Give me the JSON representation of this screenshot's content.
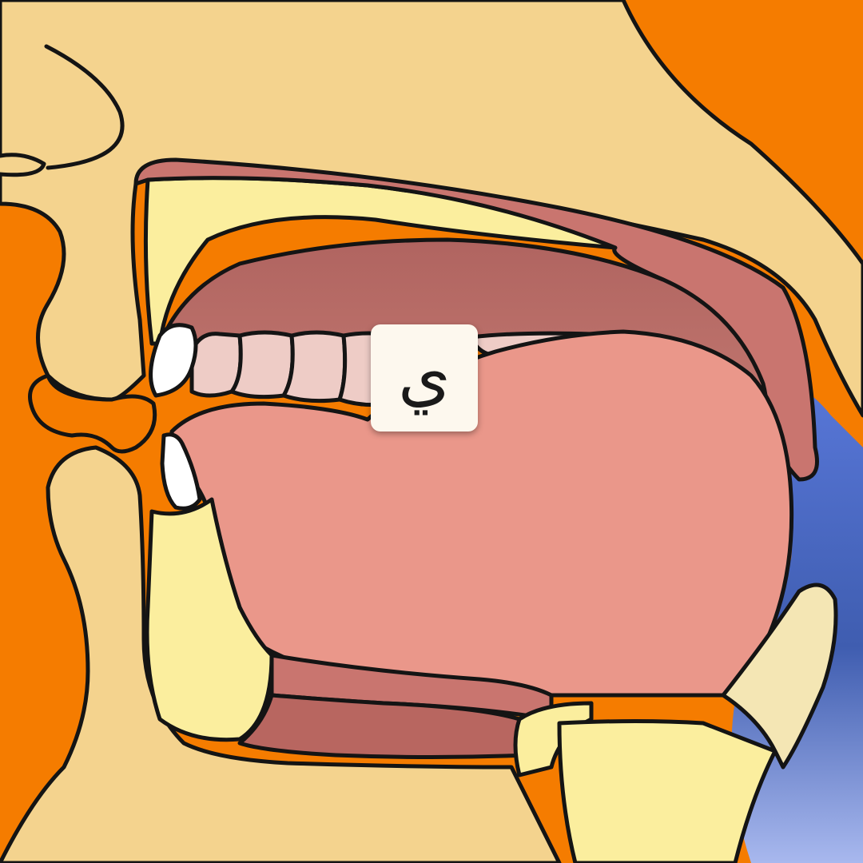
{
  "diagram": {
    "letter": "ي"
  },
  "colors": {
    "background": "#f57c00",
    "skin": "#f4d38e",
    "bone": "#fbee9e",
    "palate": "#c9756f",
    "mouth_cavity": "#b86e68",
    "tongue": "#ea978a",
    "teeth": "#eeccc6",
    "incisors": "#ffffff",
    "pharynx": "#4a6bc4"
  },
  "icons": [
    "head-cross-section",
    "tongue",
    "teeth",
    "palate",
    "pharynx"
  ]
}
